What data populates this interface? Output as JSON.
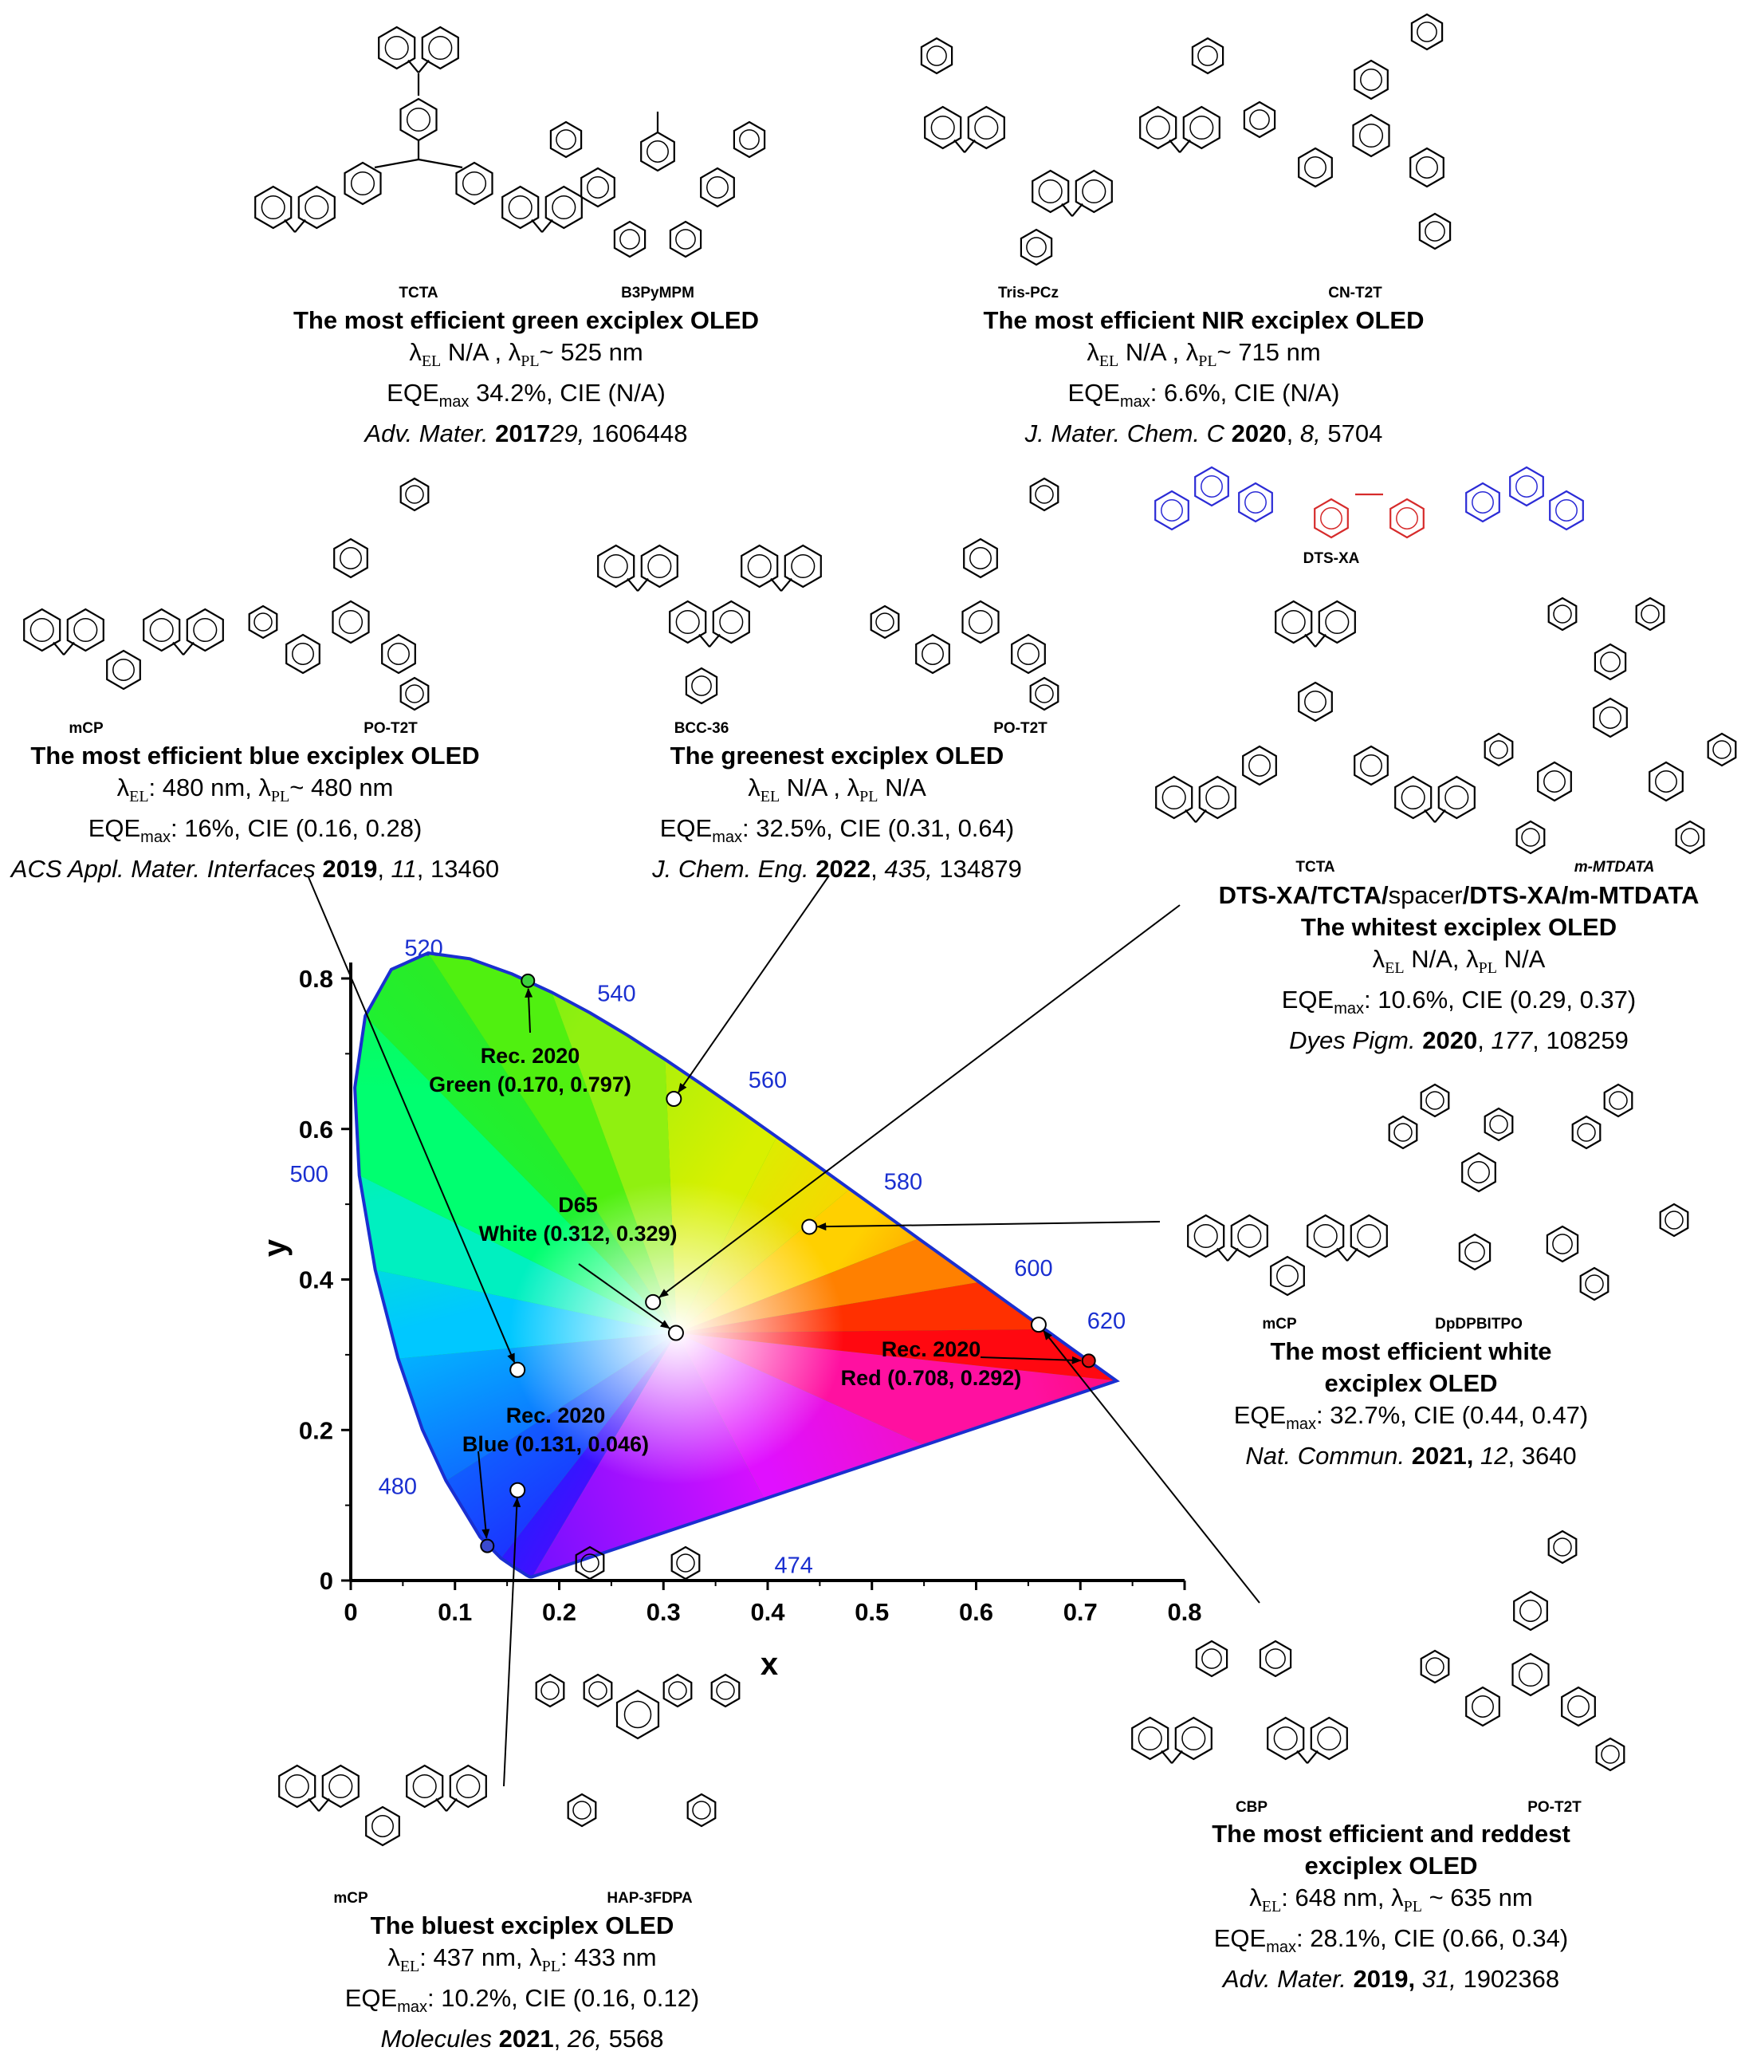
{
  "chart_data": {
    "type": "scatter",
    "xlabel": "x",
    "ylabel": "y",
    "xlim": [
      0,
      0.8
    ],
    "ylim": [
      0,
      0.85
    ],
    "xticks": [
      "0",
      "0.1",
      "0.2",
      "0.3",
      "0.4",
      "0.5",
      "0.6",
      "0.7",
      "0.8"
    ],
    "yticks": [
      "0",
      "0.2",
      "0.4",
      "0.6",
      "0.8"
    ],
    "wavelength_labels": [
      {
        "text": "520",
        "x": 0.07,
        "y": 0.83
      },
      {
        "text": "540",
        "x": 0.255,
        "y": 0.77
      },
      {
        "text": "560",
        "x": 0.4,
        "y": 0.655
      },
      {
        "text": "580",
        "x": 0.53,
        "y": 0.52
      },
      {
        "text": "600",
        "x": 0.655,
        "y": 0.405
      },
      {
        "text": "620",
        "x": 0.725,
        "y": 0.335
      },
      {
        "text": "500",
        "x": -0.04,
        "y": 0.53
      },
      {
        "text": "480",
        "x": 0.045,
        "y": 0.115
      },
      {
        "text": "474",
        "x": 0.425,
        "y": 0.01
      }
    ],
    "locus": [
      [
        0.1741,
        0.005
      ],
      [
        0.1738,
        0.0049
      ],
      [
        0.1726,
        0.0048
      ],
      [
        0.1714,
        0.0051
      ],
      [
        0.1689,
        0.0069
      ],
      [
        0.1644,
        0.0109
      ],
      [
        0.1566,
        0.0177
      ],
      [
        0.144,
        0.0297
      ],
      [
        0.1241,
        0.0578
      ],
      [
        0.0913,
        0.1327
      ],
      [
        0.0687,
        0.2007
      ],
      [
        0.0454,
        0.295
      ],
      [
        0.0235,
        0.4127
      ],
      [
        0.0082,
        0.5384
      ],
      [
        0.0039,
        0.6548
      ],
      [
        0.0139,
        0.7502
      ],
      [
        0.0389,
        0.812
      ],
      [
        0.0743,
        0.8338
      ],
      [
        0.1142,
        0.8262
      ],
      [
        0.1547,
        0.8059
      ],
      [
        0.1929,
        0.7816
      ],
      [
        0.2296,
        0.7543
      ],
      [
        0.2658,
        0.7243
      ],
      [
        0.3016,
        0.6923
      ],
      [
        0.3373,
        0.6589
      ],
      [
        0.3731,
        0.6245
      ],
      [
        0.4087,
        0.5896
      ],
      [
        0.4441,
        0.5547
      ],
      [
        0.4788,
        0.5202
      ],
      [
        0.5125,
        0.4866
      ],
      [
        0.5448,
        0.4544
      ],
      [
        0.5752,
        0.4242
      ],
      [
        0.6029,
        0.3965
      ],
      [
        0.627,
        0.3725
      ],
      [
        0.6482,
        0.3514
      ],
      [
        0.6658,
        0.334
      ],
      [
        0.6801,
        0.3197
      ],
      [
        0.6915,
        0.3083
      ],
      [
        0.7006,
        0.2993
      ],
      [
        0.714,
        0.2859
      ],
      [
        0.7347,
        0.2653
      ]
    ],
    "points": [
      {
        "name": "Rec. 2020 Green",
        "x": 0.17,
        "y": 0.797,
        "color": "#3cd23c"
      },
      {
        "name": "Rec. 2020 Red",
        "x": 0.708,
        "y": 0.292,
        "color": "#e01010"
      },
      {
        "name": "Rec. 2020 Blue",
        "x": 0.131,
        "y": 0.046,
        "color": "#3a4ad0"
      },
      {
        "name": "D65 White",
        "x": 0.312,
        "y": 0.329,
        "color": "#ffffff"
      },
      {
        "name": "greenest",
        "x": 0.31,
        "y": 0.64,
        "color": "#ffffff"
      },
      {
        "name": "efficient white",
        "x": 0.44,
        "y": 0.47,
        "color": "#ffffff"
      },
      {
        "name": "reddest",
        "x": 0.66,
        "y": 0.34,
        "color": "#ffffff"
      },
      {
        "name": "whitest",
        "x": 0.29,
        "y": 0.37,
        "color": "#ffffff"
      },
      {
        "name": "efficient blue",
        "x": 0.16,
        "y": 0.28,
        "color": "#ffffff"
      },
      {
        "name": "bluest",
        "x": 0.16,
        "y": 0.12,
        "color": "#ffffff"
      }
    ],
    "annotations": {
      "green_label": [
        "Rec. 2020",
        "Green (0.170, 0.797)"
      ],
      "white_label": [
        "D65",
        "White (0.312, 0.329)"
      ],
      "red_label": [
        "Rec. 2020",
        "Red (0.708, 0.292)"
      ],
      "blue_label": [
        "Rec. 2020",
        "Blue (0.131, 0.046)"
      ]
    }
  },
  "colors": {
    "locus_stroke": "#1a2fd0",
    "wavelength_text": "#1a2fd0",
    "pointer": "#000000",
    "donor_blue": "#2b2bd6",
    "acceptor_red": "#d62b2b"
  },
  "panels": {
    "green": {
      "mol1": "TCTA",
      "mol2": "B3PyMPM",
      "title": "The most efficient green exciplex OLED",
      "lambda_el": "N/A",
      "lambda_pl": "~ 525 nm",
      "eqe": "34.2%",
      "cie": "CIE (N/A)",
      "journal": "Adv. Mater.",
      "year": "2017",
      "vol": "29,",
      "page": "1606448"
    },
    "nir": {
      "mol1": "Tris-PCz",
      "mol2": "CN-T2T",
      "title": "The most efficient NIR exciplex OLED",
      "lambda_el": "N/A",
      "lambda_pl": "~ 715 nm",
      "eqe": "6.6%",
      "cie": "CIE (N/A)",
      "journal": "J. Mater. Chem. C",
      "year": "2020",
      "vol": "8,",
      "page": "5704"
    },
    "blue": {
      "mol1": "mCP",
      "mol2": "PO-T2T",
      "title": "The most efficient blue exciplex OLED",
      "lambda_el": "480 nm",
      "lambda_pl": "~ 480 nm",
      "eqe": "16%",
      "cie": "CIE (0.16, 0.28)",
      "journal": "ACS Appl. Mater. Interfaces",
      "year": "2019",
      "vol": "11",
      "page": "13460"
    },
    "greenest": {
      "mol1": "BCC-36",
      "mol2": "PO-T2T",
      "title": "The greenest exciplex OLED",
      "lambda_el": "N/A",
      "lambda_pl": "N/A",
      "eqe": "32.5%",
      "cie": "CIE (0.31, 0.64)",
      "journal": "J. Chem. Eng.",
      "year": "2022",
      "vol": "435,",
      "page": "134879"
    },
    "whitest": {
      "mol0": "DTS-XA",
      "mol1": "TCTA",
      "mol2": "m-MTDATA",
      "stack_1": "DTS-XA/TCTA/",
      "stack_2": "spacer",
      "stack_3": "/DTS-XA/m-MTDATA",
      "title": "The whitest exciplex OLED",
      "lambda_el": "N/A",
      "lambda_pl": "N/A",
      "eqe": "10.6%",
      "cie": "CIE (0.29, 0.37)",
      "journal": "Dyes Pigm.",
      "year": "2020",
      "vol": "177",
      "page": "108259"
    },
    "eff_white": {
      "mol1": "mCP",
      "mol2": "DpDPBITPO",
      "title_1": "The most efficient white",
      "title_2": "exciplex OLED",
      "eqe": "32.7%",
      "cie": "CIE (0.44, 0.47)",
      "journal": "Nat. Commun.",
      "year": "2021,",
      "vol": "12",
      "page": "3640"
    },
    "red": {
      "mol1": "CBP",
      "mol2": "PO-T2T",
      "title_1": "The most efficient and reddest",
      "title_2": "exciplex OLED",
      "lambda_el": "648 nm",
      "lambda_pl": "~ 635 nm",
      "eqe": "28.1%",
      "cie": "CIE (0.66, 0.34)",
      "journal": "Adv. Mater.",
      "year": "2019,",
      "vol": "31,",
      "page": "1902368"
    },
    "bluest": {
      "mol1": "mCP",
      "mol2": "HAP-3FDPA",
      "title": "The bluest exciplex OLED",
      "lambda_el": "437 nm",
      "lambda_pl": "433 nm",
      "eqe": "10.2%",
      "cie": "CIE (0.16, 0.12)",
      "journal": "Molecules",
      "year": "2021",
      "vol": "26,",
      "page": "5568"
    }
  },
  "symbols": {
    "lambda": "λ",
    "el": "EL",
    "pl": "PL",
    "eqe": "EQE",
    "max": "max"
  }
}
